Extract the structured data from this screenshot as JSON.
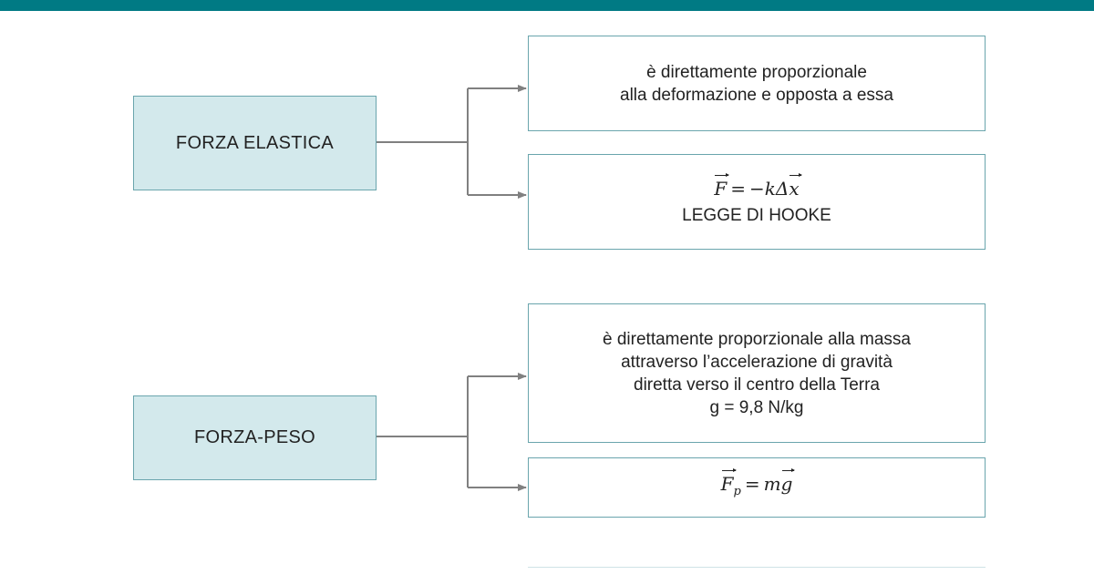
{
  "groups": [
    {
      "concept": "FORZA ELASTICA",
      "description": [
        "è direttamente proporzionale",
        "alla deformazione e opposta a essa"
      ],
      "formula": {
        "lhs": "F",
        "op": "=",
        "rhs_prefix": "−kΔ",
        "rhs_vector": "x"
      },
      "law": "LEGGE DI HOOKE"
    },
    {
      "concept": "FORZA-PESO",
      "description": [
        "è direttamente proporzionale alla massa",
        "attraverso l’accelerazione di gravità",
        "diretta verso il centro della Terra",
        "g = 9,8 N/kg"
      ],
      "formula": {
        "lhs": "F",
        "lhs_sub": "p",
        "op": "=",
        "rhs_prefix": "m",
        "rhs_vector": "g"
      }
    }
  ],
  "colors": {
    "header_bar": "#007a84",
    "concept_fill": "#d3e9ec",
    "box_border": "#6aa5ad",
    "connector": "#808080"
  }
}
